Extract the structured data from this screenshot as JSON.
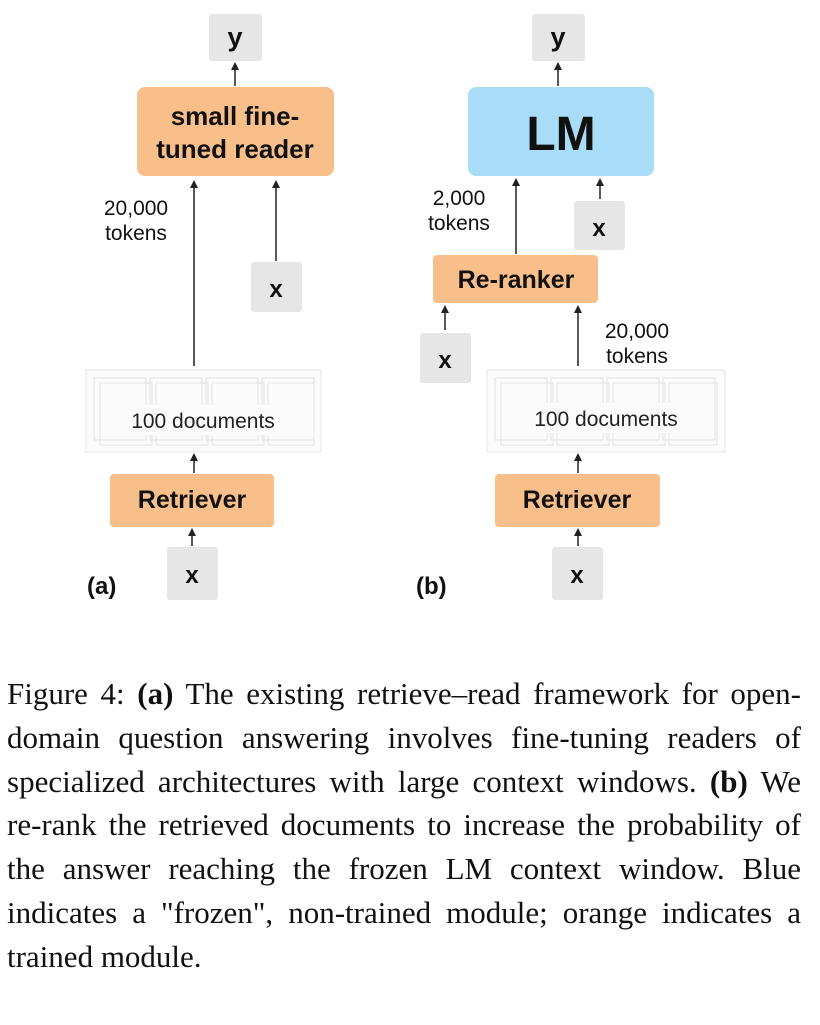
{
  "colors": {
    "trained": "#f9bf8b",
    "frozen": "#a9ddf7",
    "input": "#e6e6e6",
    "arrow": "#222222"
  },
  "panel_a": {
    "label": "(a)",
    "output": "y",
    "reader": [
      "small fine-",
      "tuned reader"
    ],
    "tokens": [
      "20,000",
      "tokens"
    ],
    "query_reader": "x",
    "documents": "100 documents",
    "retriever": "Retriever",
    "query_retriever": "x"
  },
  "panel_b": {
    "label": "(b)",
    "output": "y",
    "lm": "LM",
    "tokens_lm": [
      "2,000",
      "tokens"
    ],
    "query_lm": "x",
    "reranker": "Re-ranker",
    "query_reranker": "x",
    "tokens_reranker": [
      "20,000",
      "tokens"
    ],
    "documents": "100 documents",
    "retriever": "Retriever",
    "query_retriever": "x"
  },
  "caption": {
    "label": "Figure 4:",
    "part_a_marker": "(a)",
    "part_a_text": "The existing retrieve–read framework for open-domain question answering involves fine-tuning readers of specialized architectures with large context windows.",
    "part_b_marker": "(b)",
    "part_b_text": "We re-rank the retrieved documents to increase the probability of the answer reaching the frozen LM context window. Blue indicates a \"frozen\", non-trained module; orange indicates a trained module."
  }
}
